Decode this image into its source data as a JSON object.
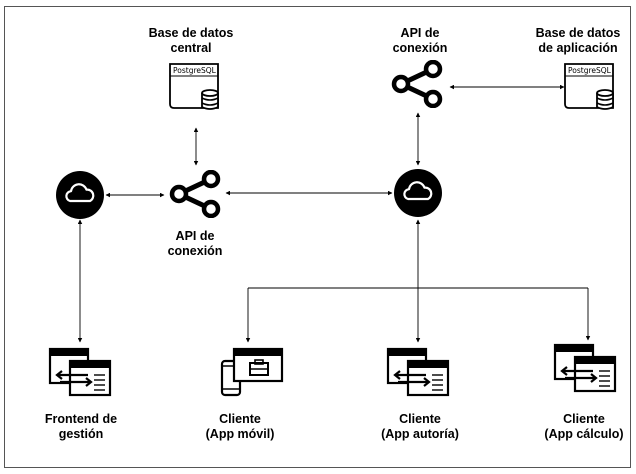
{
  "labels": {
    "central_db": [
      "Base de datos",
      "central"
    ],
    "api_left": [
      "API de",
      "conexión"
    ],
    "api_top": [
      "API de",
      "conexión"
    ],
    "app_db": [
      "Base de datos",
      "de aplicación"
    ],
    "frontend": [
      "Frontend de",
      "gestión"
    ],
    "client_mobile": [
      "Cliente",
      "(App móvil)"
    ],
    "client_authoring": [
      "Cliente",
      "(App autoría)"
    ],
    "client_calc": [
      "Cliente",
      "(App cálculo)"
    ]
  },
  "db_engine": "PostgreSQL",
  "icons": {
    "cloud": "cloud-icon",
    "share": "share-icon",
    "database": "database-icon",
    "web_app": "web-app-icon",
    "mobile_app": "mobile-app-icon"
  },
  "colors": {
    "ink": "#000000",
    "background": "#ffffff",
    "frame": "#555555"
  }
}
